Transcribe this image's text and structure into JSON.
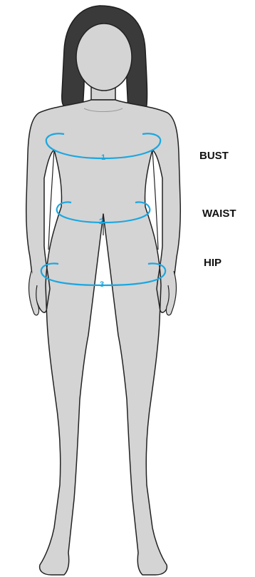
{
  "measurements": [
    {
      "number": "1",
      "label": "BUST"
    },
    {
      "number": "2",
      "label": "WAIST"
    },
    {
      "number": "3",
      "label": "HIP"
    }
  ],
  "colors": {
    "body_fill": "#d4d4d4",
    "outline": "#222222",
    "hair": "#3a3a3a",
    "measure_line": "#1ba7e0",
    "label_text": "#111111"
  },
  "icons": [
    "female-body-silhouette"
  ]
}
